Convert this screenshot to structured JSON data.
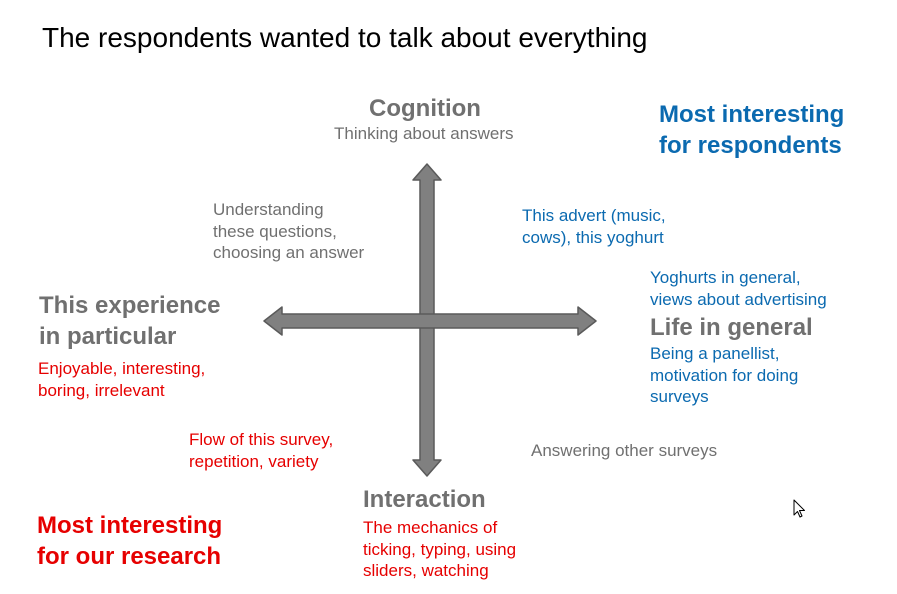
{
  "title": "The respondents wanted to talk about everything",
  "axes": {
    "top": {
      "heading": "Cognition",
      "sub": "Thinking about answers"
    },
    "left": {
      "heading": "This experience\nin particular",
      "sub": "Enjoyable, interesting,\nboring, irrelevant"
    },
    "right": {
      "heading": "Life in general",
      "pre": "Yoghurts in general,\nviews about advertising",
      "sub": "Being a panellist,\nmotivation for doing\nsurveys"
    },
    "bottom": {
      "heading": "Interaction",
      "sub": "The mechanics of\nticking, typing, using\nsliders, watching"
    }
  },
  "quadrants": {
    "top_left": "Understanding\nthese questions,\nchoosing an answer",
    "top_right": "This advert (music,\ncows), this yoghurt",
    "bottom_left": "Flow of this survey,\nrepetition,  variety",
    "bottom_right": "Answering other surveys"
  },
  "callouts": {
    "respondents": "Most interesting\nfor respondents",
    "research": "Most interesting\nfor our research"
  },
  "colors": {
    "gray": "#707070",
    "blue": "#0b6ab0",
    "red": "#e60000",
    "arrow_fill": "#808080",
    "arrow_stroke": "#5a5a5a"
  }
}
